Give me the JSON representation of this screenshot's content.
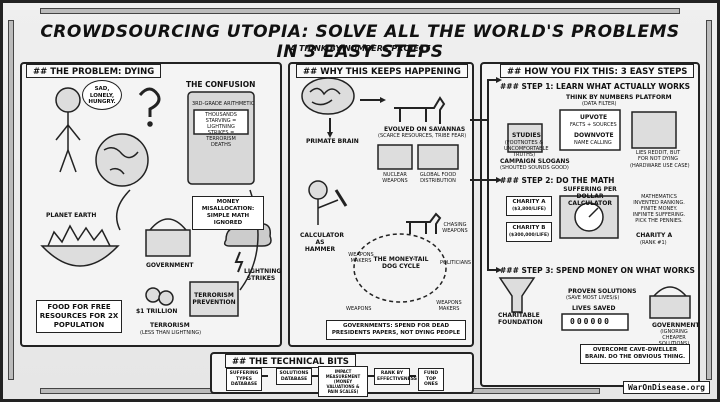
{
  "header": {
    "title": "CROWDSOURCING UTOPIA: SOLVE ALL THE WORLD'S PROBLEMS IN 3 EASY STEPS",
    "subtitle": "A THINK BY NUMBERS PROJECT"
  },
  "problem": {
    "heading": "## THE PROBLEM: DYING",
    "speech": "SAD, LONELY, HUNGRY.",
    "confusion": "THE CONFUSION",
    "calc_top": "3RD-GRADE ARITHMETIC",
    "calc_screen": "THOUSANDS STARVING = LIGHTNING STRIKES = TERRORISM DEATHS",
    "planet": "PLANET EARTH",
    "food": "FOOD FOR FREE RESOURCES FOR 2X POPULATION",
    "misallocation": "MONEY MISALLOCATION: SIMPLE MATH IGNORED",
    "government": "GOVERNMENT",
    "lightning": "LIGHTNING STRIKES",
    "trillion": "$1 TRILLION",
    "terror_prevention": "TERRORISM PREVENTION",
    "terrorism": "TERRORISM",
    "terrorism_note": "(LESS THAN LIGHTNING)"
  },
  "why": {
    "heading": "## WHY THIS KEEPS HAPPENING",
    "primate": "PRIMATE BRAIN",
    "evolved": "EVOLVED ON SAVANNAS",
    "evolved_note": "(SCARCE RESOURCES, TRIBE FEAR)",
    "nuclear": "NUCLEAR WEAPONS",
    "food_dist": "GLOBAL FOOD DISTRIBUTION",
    "calc_hammer": "CALCULATOR AS HAMMER",
    "chasing": "CHASING WEAPONS",
    "cycle": "THE MONEY-TAIL DOG CYCLE",
    "makers_left": "WEAPONS MAKERS",
    "politicians": "POLITICIANS",
    "weapons": "WEAPONS",
    "makers_right": "WEAPONS MAKERS",
    "governments": "GOVERNMENTS: SPEND FOR DEAD PRESIDENTS PAPERS, NOT DYING PEOPLE"
  },
  "fix": {
    "heading": "## HOW YOU FIX THIS: 3 EASY STEPS",
    "step1": "### STEP 1: LEARN WHAT ACTUALLY WORKS",
    "platform": "THINK BY NUMBERS PLATFORM",
    "platform_note": "(DATA FILTER)",
    "studies": "STUDIES",
    "studies_note": "(FOOTNOTES & UNCOMFORTABLE TRUTHS)",
    "upvote": "UPVOTE",
    "upvote_note": "FACTS + SOURCES",
    "downvote": "DOWNVOTE",
    "downvote_note": "NAME CALLING",
    "campaign": "CAMPAIGN SLOGANS",
    "campaign_note": "(SHOUTED SOUNDS GOOD)",
    "lies": "LIES REDDIT, BUT FOR NOT DYING",
    "lies_note": "(HARDWARE USE CASE)",
    "step2": "### STEP 2: DO THE MATH",
    "calculator": "SUFFERING PER DOLLAR CALCULATOR",
    "charity_a": "CHARITY A",
    "charity_a_val": "($3,800/LIFE)",
    "charity_b": "CHARITY B",
    "charity_b_val": "($300,000/LIFE)",
    "mathematics": "MATHEMATICS INVENTED RANKING. FINITE MONEY. INFINITE SUFFERING. PICK THE PENNIES.",
    "charity_a_rank": "CHARITY A",
    "rank": "(RANK #1)",
    "step3": "### STEP 3: SPEND MONEY ON WHAT WORKS",
    "proven": "PROVEN SOLUTIONS",
    "proven_note": "(SAVE MOST LIVES/$)",
    "charitable": "CHARITABLE FOUNDATION",
    "lives_saved": "LIVES SAVED",
    "counter": "000000",
    "government": "GOVERNMENT",
    "gov_note": "(IGNORING CHEAPER SOLUTIONS)",
    "overcome": "OVERCOME CAVE-DWELLER BRAIN. DO THE OBVIOUS THING."
  },
  "technical": {
    "heading": "## THE TECHNICAL BITS",
    "items": [
      "SUFFERING TYPES DATABASE",
      "SOLUTIONS DATABASE",
      "IMPACT MEASUREMENT (MONEY VALUATIONS & PAIN SCALES)",
      "RANK BY EFFECTIVENESS",
      "FUND TOP ONES"
    ]
  },
  "footer": {
    "site": "WarOnDisease.org"
  }
}
